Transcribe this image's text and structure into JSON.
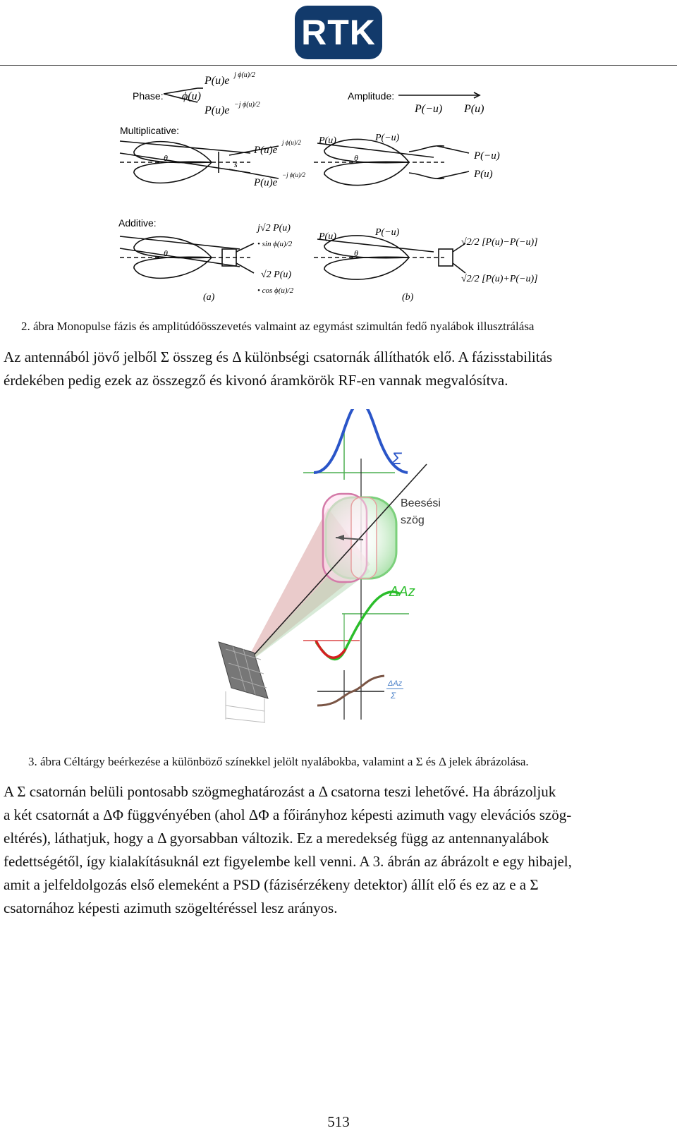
{
  "header": {
    "logo_text": "RTK"
  },
  "figure2": {
    "phase_label": "Phase:",
    "phase_top": "P(u)e",
    "phase_top_exp": "j ϕ(u)/2",
    "phase_mid": "ϕ(u)",
    "phase_bot": "P(u)e",
    "phase_bot_exp": "−j ϕ(u)/2",
    "amplitude_label": "Amplitude:",
    "amp_left": "P(−u)",
    "amp_right": "P(u)",
    "multiplicative_label": "Multiplicative:",
    "mult_top": "P(u)e",
    "mult_top_exp": "j ϕ(u)/2",
    "mult_bot": "P(u)e",
    "mult_bot_exp": "−j ϕ(u)/2",
    "s_label": "s",
    "theta": "θ",
    "mb_pu": "P(u)",
    "mb_pmu": "P(−u)",
    "mb_out_top": "P(−u)",
    "mb_out_bot": "P(u)",
    "additive_label": "Additive:",
    "add_top": "j√2 P(u)",
    "add_sin": "• sin ϕ(u)/2",
    "add_mid": "√2 P(u)",
    "add_cos": "• cos ϕ(u)/2",
    "ab_pu": "P(u)",
    "ab_pmu": "P(−u)",
    "ab_out_top": "√2/2 [P(u)−P(−u)]",
    "ab_out_bot": "√2/2 [P(u)+P(−u)]",
    "label_a": "(a)",
    "label_b": "(b)",
    "caption": "2. ábra Monopulse fázis és amplitúdóösszevetés valmaint az egymást szimultán fedő nyalábok illusztrálása"
  },
  "paragraph1": {
    "line1": "Az antennából jövő jelből Σ összeg és Δ különbségi csatornák állíthatók elő. A fázisstabilitás",
    "line2": "érdekében pedig ezek az összegző és kivonó áramkörök RF-en vannak megvalósítva."
  },
  "figure3": {
    "sigma_label": "Σ",
    "angle_label_1": "Beesési",
    "angle_label_2": "szög",
    "delta_az_label": "ΔAz",
    "ratio_num": "ΔAz",
    "ratio_den": "Σ",
    "caption": "3. ábra Céltárgy beérkezése a különböző színekkel jelölt nyalábokba, valamint a Σ és Δ jelek ábrázolása."
  },
  "paragraph2": {
    "line1": "A Σ csatornán belüli pontosabb szögmeghatározást a Δ csatorna teszi lehetővé. Ha ábrázoljuk",
    "line2": "a két csatornát a ΔΦ függvényében (ahol ΔΦ a főirányhoz képesti azimuth vagy elevációs szög-",
    "line3": "eltérés), láthatjuk, hogy a Δ gyorsabban változik. Ez a meredekség függ az antennanyalábok",
    "line4": "fedettségétől, így kialakításuknál ezt figyelembe kell venni. A 3. ábrán az ábrázolt e egy hibajel,",
    "line5": "amit a jelfeldolgozás első elemeként a PSD (fázisérzékeny detektor) állít elő és ez az e a Σ",
    "line6": "csatornához képesti azimuth szögeltéréssel lesz arányos."
  },
  "footer": {
    "page_number": "513"
  },
  "colors": {
    "logo_bg": "#123a6b",
    "sigma_curve": "#2a55c8",
    "delta_green": "#2bbd2b",
    "delta_red": "#d42020",
    "ratio_curve": "#7a5545"
  }
}
